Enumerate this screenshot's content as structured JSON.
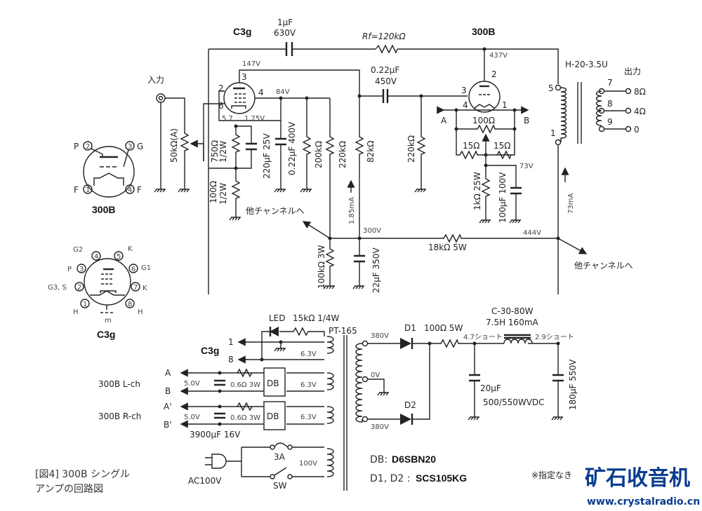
{
  "tubes": {
    "c3g_label": "C3g",
    "b300_label": "300B",
    "c3g_pins": {
      "p3": "3",
      "p2": "2",
      "p4": "4",
      "p6": "6"
    },
    "b300_pins": {
      "p2": "2",
      "p3": "3",
      "p4": "4",
      "p1": "1"
    }
  },
  "voltages": {
    "c3g_plate": "147V",
    "c3g_g2": "84V",
    "c3g_cathode_a": "5.7",
    "c3g_cathode_b": "1.75V",
    "b300_plate": "437V",
    "b300_bias": "73V",
    "b_plus_300": "300V",
    "b_plus_444": "444V",
    "current_185": "1.85mA",
    "current_73": "73mA"
  },
  "components": {
    "c_fb_1": "1μF",
    "c_fb_2": "630V",
    "rf": "Rf=120kΩ",
    "c_coupling_1": "0.22μF",
    "c_coupling_2": "450V",
    "vol": "50kΩ(A)",
    "r750": "750Ω",
    "r750_w": "1/2W",
    "c220": "220μF 25V",
    "c022": "0.22μF 400V",
    "r200k": "200kΩ",
    "r220k_a": "220kΩ",
    "r82k": "82kΩ",
    "r100": "100Ω",
    "r100_w": "1/2W",
    "r220k_grid": "220kΩ",
    "hum_pot": "100Ω",
    "r15a": "15Ω",
    "r15b": "15Ω",
    "r1k": "1kΩ 25W",
    "c100": "100μF 100V",
    "r100k": "100kΩ 3W",
    "c22": "22μF 350V",
    "r18k": "18kΩ 5W",
    "opt": "H-20-3.5U",
    "opt_pins": {
      "p5": "5",
      "p1": "1",
      "p7": "7",
      "p8": "8",
      "p9": "9"
    },
    "out_label": "出力",
    "out_8": "8Ω",
    "out_4": "4Ω",
    "out_0": "0",
    "input": "入力",
    "to_other_1": "他チャンネルへ",
    "to_other_2": "他チャンネルへ",
    "heater_A": "A",
    "heater_B": "B"
  },
  "power": {
    "led": "LED",
    "r15k": "15kΩ 1/4W",
    "pt": "PT-165",
    "c3g_heater": "C3g",
    "pin1": "1",
    "pin8": "8",
    "v63a": "6.3V",
    "v63b": "6.3V",
    "v63c": "6.3V",
    "lch": "300B L-ch",
    "rch": "300B R-ch",
    "A": "A",
    "B": "B",
    "A2": "A'",
    "B2": "B'",
    "v50a": "5.0V",
    "v50b": "5.0V",
    "r06a": "0.6Ω 3W",
    "r06b": "0.6Ω 3W",
    "db1": "DB",
    "db2": "DB",
    "c3900": "3900μF 16V",
    "v380a": "380V",
    "v380b": "380V",
    "v0": "0V",
    "d1": "D1",
    "d2": "D2",
    "r100_5w": "100Ω  5W",
    "choke1": "C-30-80W",
    "choke2": "7.5H 160mA",
    "short1": "4.7ショート",
    "short2": "2.9ショート",
    "c20_1": "20μF",
    "c20_2": "500/550WVDC",
    "c180": "180μF 550V",
    "fuse": "3A",
    "v100": "100V",
    "sw": "SW",
    "ac": "AC100V"
  },
  "notes": {
    "db": "DB:",
    "db_part": "D6SBN20",
    "d12": "D1, D2 :",
    "d12_part": "SCS105KG",
    "caption1": "[図4] 300B シングル",
    "caption2": "アンプの回路図",
    "unspecified": "※指定なき"
  },
  "pinout": {
    "b300": {
      "P": "P",
      "G": "G",
      "F1": "F",
      "F4": "F",
      "n2": "2",
      "n3": "3",
      "n1": "1",
      "n4": "4",
      "title": "300B"
    },
    "c3g": {
      "G2": "G2",
      "K5": "K",
      "P": "P",
      "G1": "G1",
      "G3S": "G3, S",
      "K7": "K",
      "H1": "H",
      "H8": "H",
      "m": "m",
      "n1": "1",
      "n2": "2",
      "n3": "3",
      "n4": "4",
      "n5": "5",
      "n6": "6",
      "n7": "7",
      "n8": "8",
      "title": "C3g"
    }
  },
  "watermark": {
    "cn": "矿石收音机",
    "url": "www.crystalradio.cn"
  }
}
